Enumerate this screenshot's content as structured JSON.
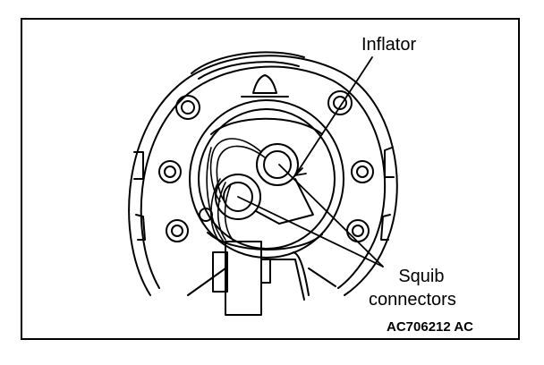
{
  "labels": {
    "inflator": "Inflator",
    "squib_line1": "Squib",
    "squib_line2": "connectors"
  },
  "figure_code": "AC706212 AC",
  "colors": {
    "line": "#000000",
    "background": "#ffffff"
  }
}
